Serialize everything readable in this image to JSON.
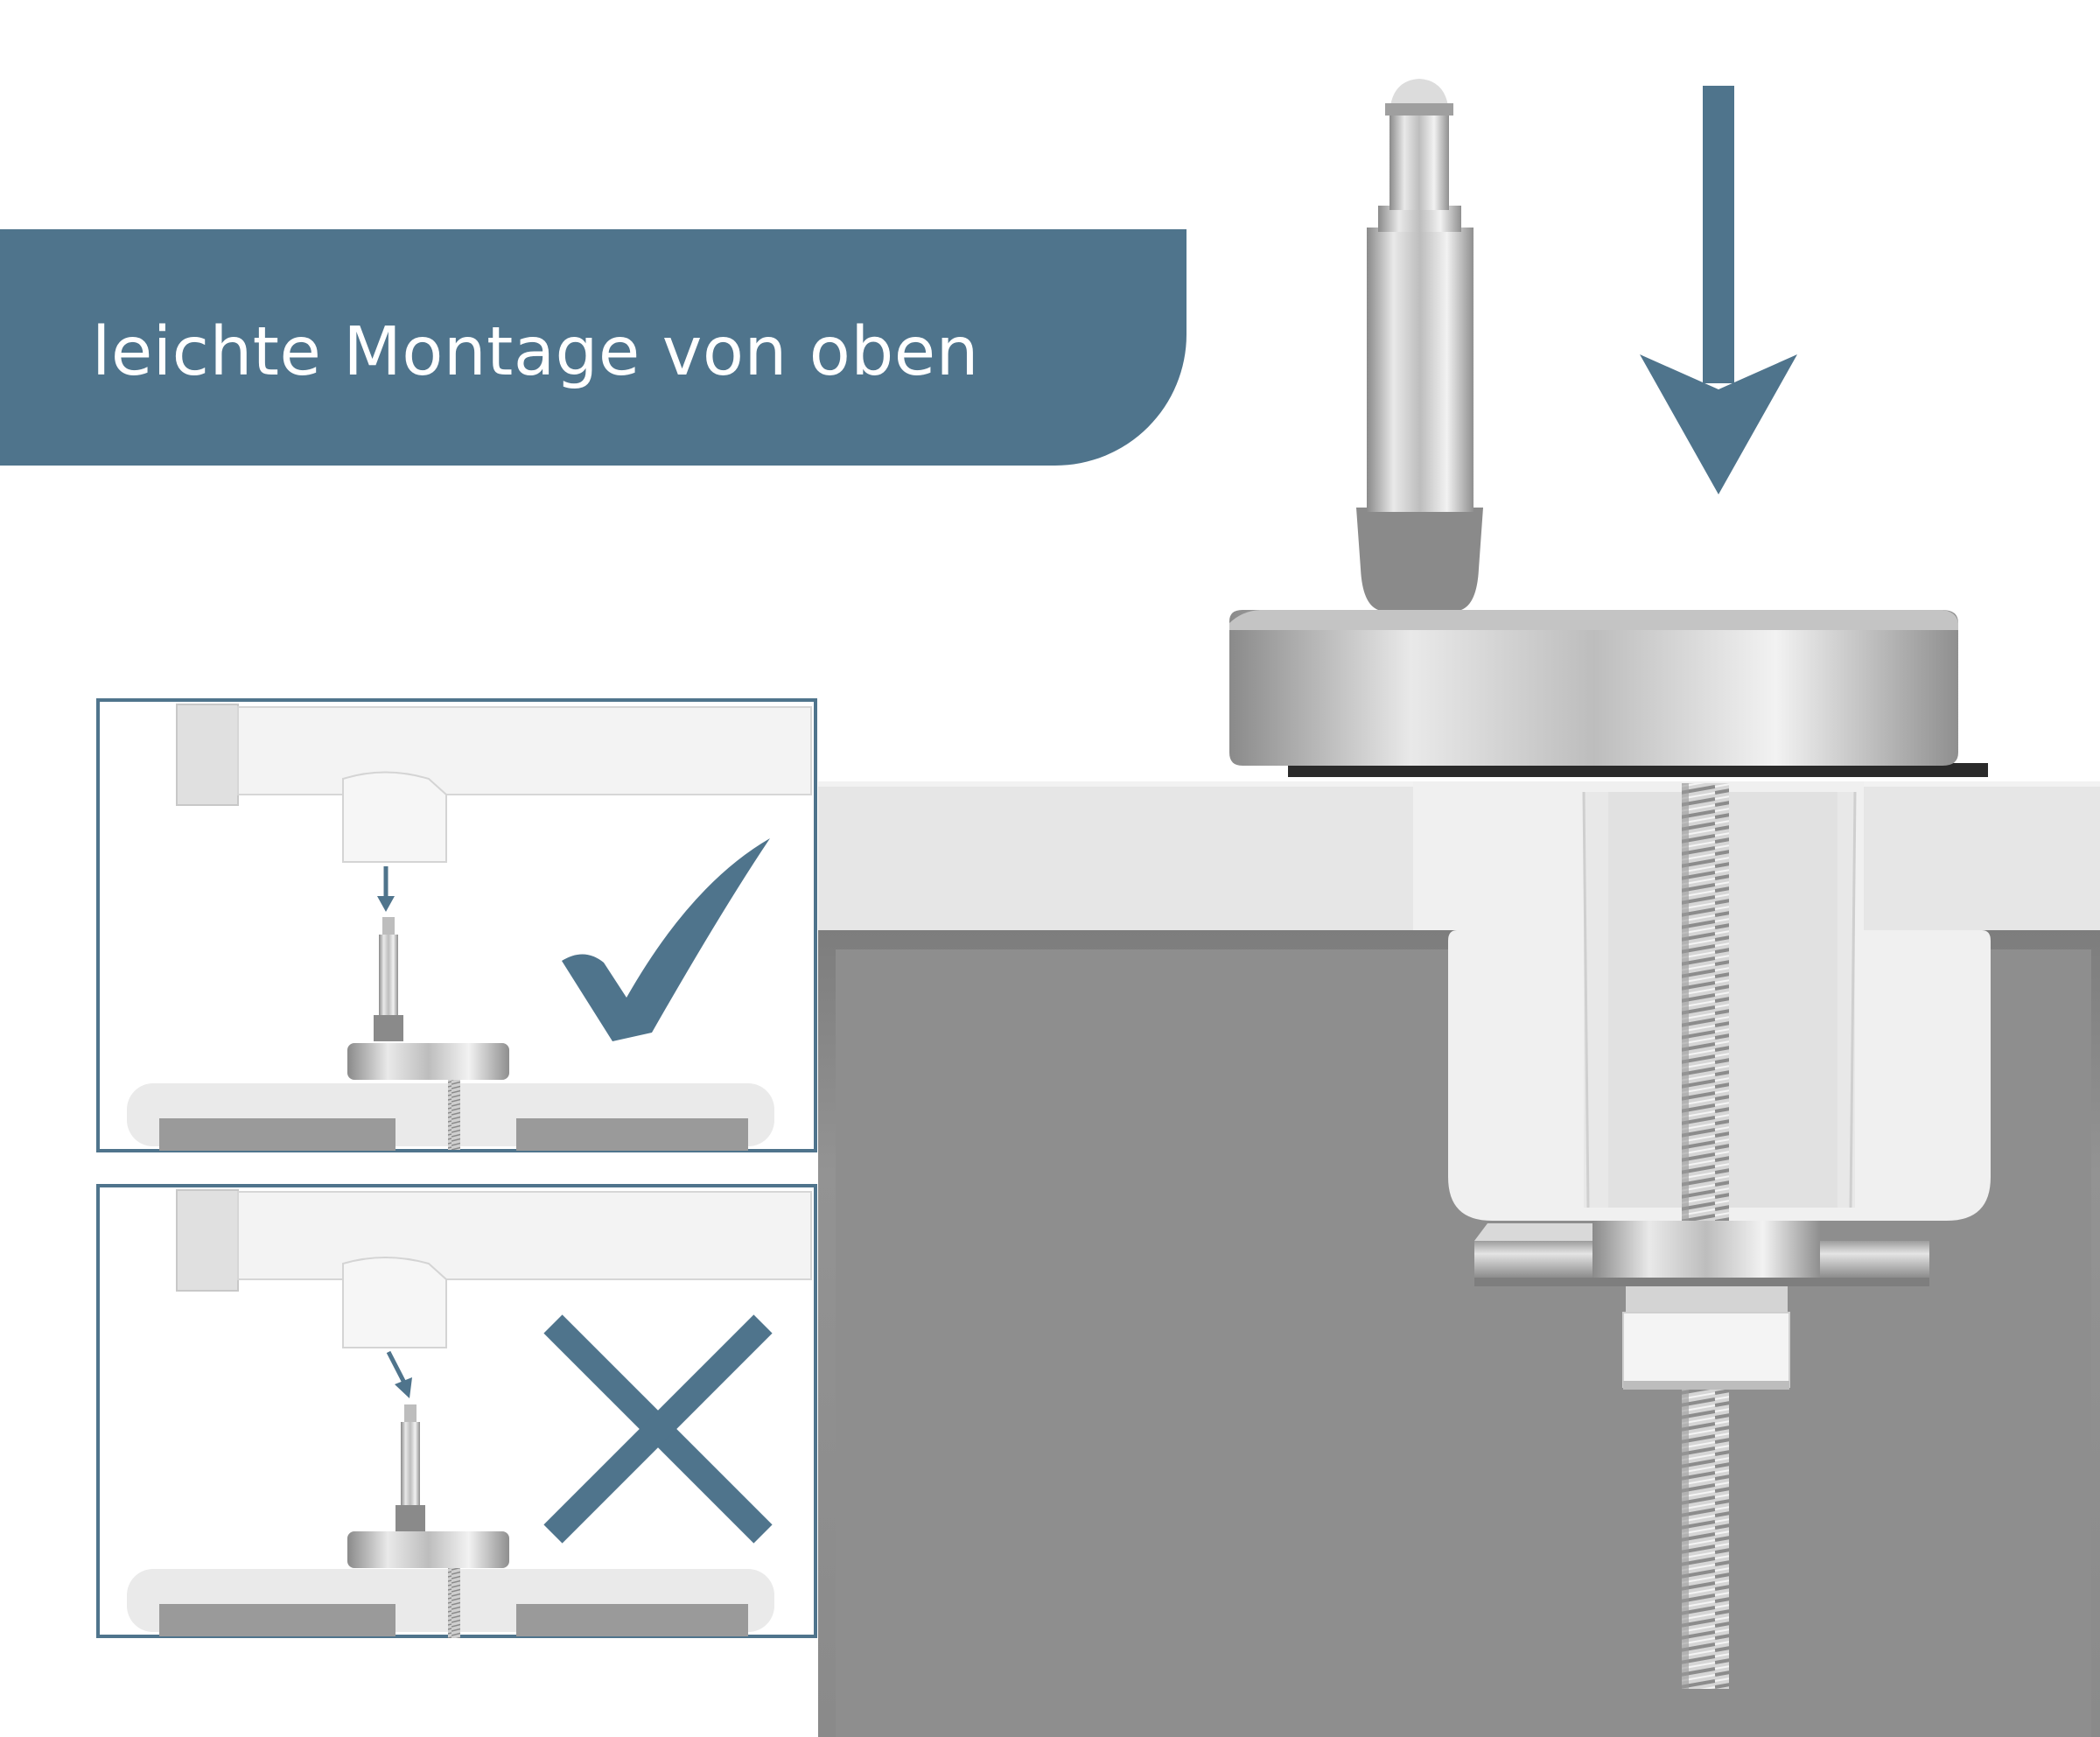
{
  "banner": {
    "text": "leichte Montage von oben"
  },
  "colors": {
    "accent": "#4f748c",
    "sink": "#8f8f8f",
    "metal": "#c9c9c9"
  },
  "panels": [
    {
      "result": "correct",
      "icon": "checkmark-icon"
    },
    {
      "result": "wrong",
      "icon": "cross-icon"
    }
  ]
}
